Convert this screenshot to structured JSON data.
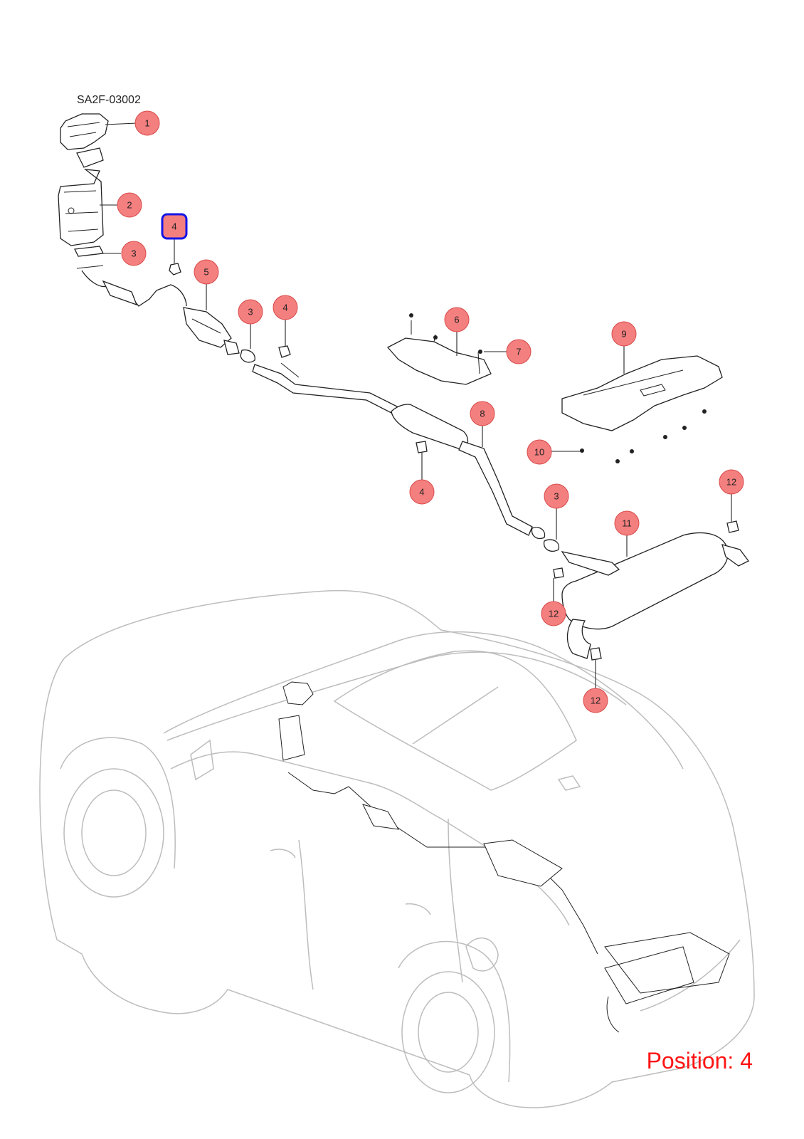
{
  "diagram": {
    "code": "SA2F-03002",
    "position_prefix": "Position: ",
    "selected_position": "4",
    "position_text": "Position: 4",
    "colors": {
      "callout_fill": "#f47f7f",
      "callout_stroke": "#d94a4a",
      "selected_border": "#1414e6",
      "position_text": "#ff1414",
      "car_outline": "#bdbdbd"
    }
  },
  "callouts": [
    {
      "id": "c1",
      "label": "1"
    },
    {
      "id": "c2",
      "label": "2"
    },
    {
      "id": "c3a",
      "label": "3"
    },
    {
      "id": "c4sel",
      "label": "4",
      "selected": true
    },
    {
      "id": "c5",
      "label": "5"
    },
    {
      "id": "c3b",
      "label": "3"
    },
    {
      "id": "c4b",
      "label": "4"
    },
    {
      "id": "c6",
      "label": "6"
    },
    {
      "id": "c7",
      "label": "7"
    },
    {
      "id": "c9",
      "label": "9"
    },
    {
      "id": "c8",
      "label": "8"
    },
    {
      "id": "c4c",
      "label": "4"
    },
    {
      "id": "c10",
      "label": "10"
    },
    {
      "id": "c12a",
      "label": "12"
    },
    {
      "id": "c3c",
      "label": "3"
    },
    {
      "id": "c11",
      "label": "11"
    },
    {
      "id": "c12b",
      "label": "12"
    },
    {
      "id": "c12c",
      "label": "12"
    }
  ]
}
